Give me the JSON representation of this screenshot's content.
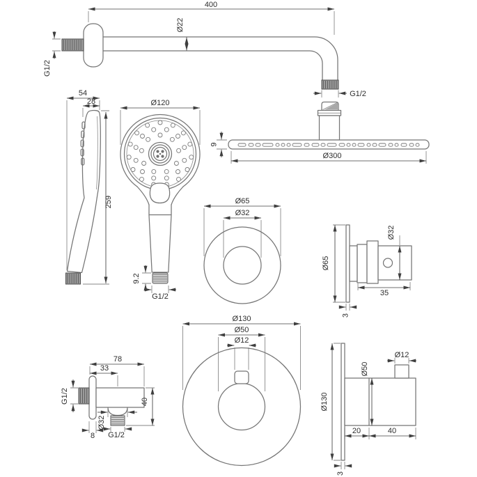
{
  "drawing": {
    "background": "#ffffff",
    "outline_color": "#757575",
    "dimension_color": "#3f3f3f",
    "thread_fill": "#9c9c9c",
    "labels": {
      "arm_length": "400",
      "arm_pipe_diameter": "Ø22",
      "arm_wall_thread": "G1/2",
      "arm_outlet_thread": "G1/2",
      "head_thickness": "9",
      "head_diameter": "Ø300",
      "hand_depth": "54",
      "hand_head_depth": "28",
      "hand_height": "259",
      "hand_diameter": "Ø120",
      "hand_thread_height": "9.2",
      "hand_thread": "G1/2",
      "small_trim_outer": "Ø65",
      "small_trim_inner": "Ø32",
      "small_trim_side_plate": "Ø65",
      "small_trim_side_knob": "Ø32",
      "small_trim_depth": "35",
      "small_trim_plate_thickness": "3",
      "large_trim_outer": "Ø130",
      "large_trim_inner": "Ø50",
      "large_trim_knob": "Ø12",
      "large_trim_side_plate": "Ø130",
      "large_trim_side_body": "Ø50",
      "large_trim_side_knob": "Ø12",
      "large_trim_depth_1": "20",
      "large_trim_depth_2": "40",
      "large_trim_plate_thickness": "3",
      "outlet_length": "78",
      "outlet_offset": "33",
      "outlet_wall_thread": "G1/2",
      "outlet_diameter": "Ø32",
      "outlet_flange_thickness": "8",
      "outlet_thread": "G1/2",
      "outlet_height": "40"
    }
  }
}
